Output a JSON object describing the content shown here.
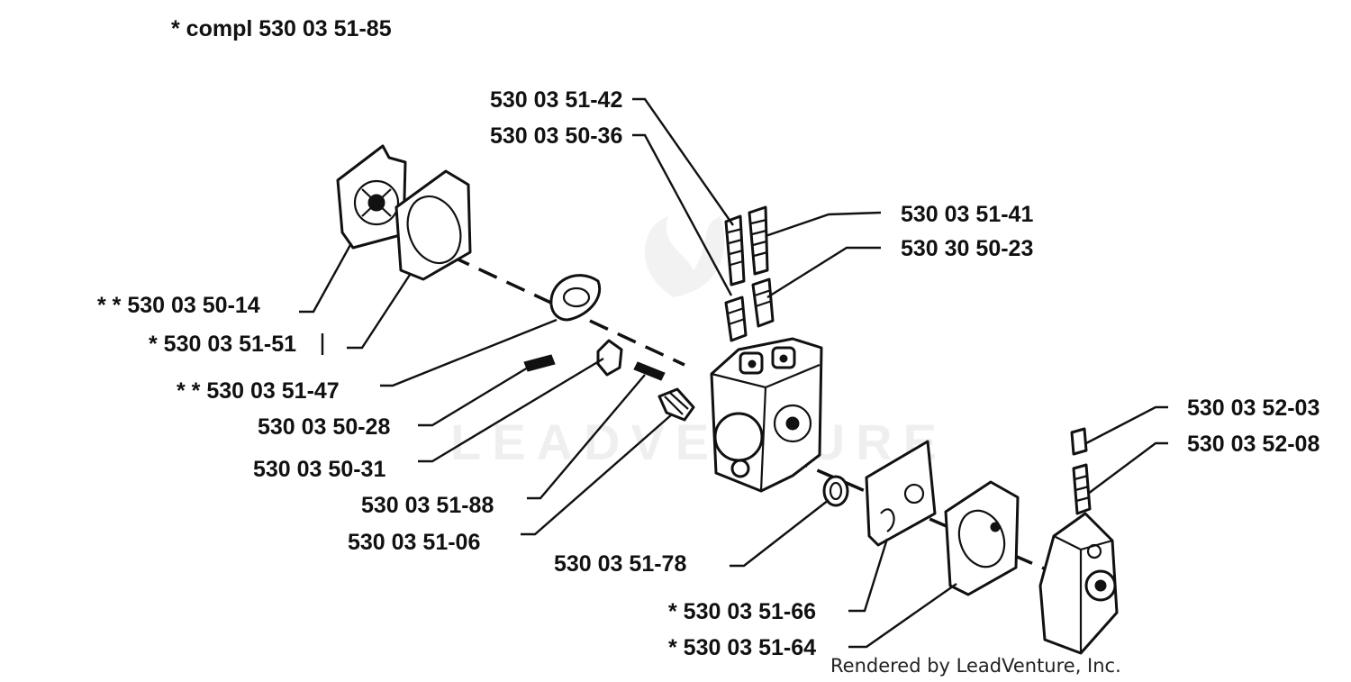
{
  "header": {
    "title": "* compl 530 03 51-85"
  },
  "parts": [
    {
      "id": "p-51-42",
      "label": "530 03 51-42"
    },
    {
      "id": "p-50-36",
      "label": "530 03 50-36"
    },
    {
      "id": "p-51-41",
      "label": "530 03 51-41"
    },
    {
      "id": "p-50-23",
      "label": "530 30 50-23"
    },
    {
      "id": "p-50-14",
      "label": "* * 530 03 50-14"
    },
    {
      "id": "p-51-51",
      "label": "* 530 03 51-51"
    },
    {
      "id": "p-51-47",
      "label": "* * 530 03 51-47"
    },
    {
      "id": "p-50-28",
      "label": "530 03 50-28"
    },
    {
      "id": "p-50-31",
      "label": "530 03 50-31"
    },
    {
      "id": "p-51-88",
      "label": "530 03 51-88"
    },
    {
      "id": "p-51-06",
      "label": "530 03 51-06"
    },
    {
      "id": "p-51-78",
      "label": "530 03 51-78"
    },
    {
      "id": "p-51-66",
      "label": "* 530 03 51-66"
    },
    {
      "id": "p-51-64",
      "label": "* 530 03 51-64"
    },
    {
      "id": "p-52-03",
      "label": "530 03 52-03"
    },
    {
      "id": "p-52-08",
      "label": "530 03 52-08"
    }
  ],
  "watermark": {
    "text": "LEADVENTURE"
  },
  "credit": {
    "text": "Rendered by LeadVenture, Inc."
  }
}
